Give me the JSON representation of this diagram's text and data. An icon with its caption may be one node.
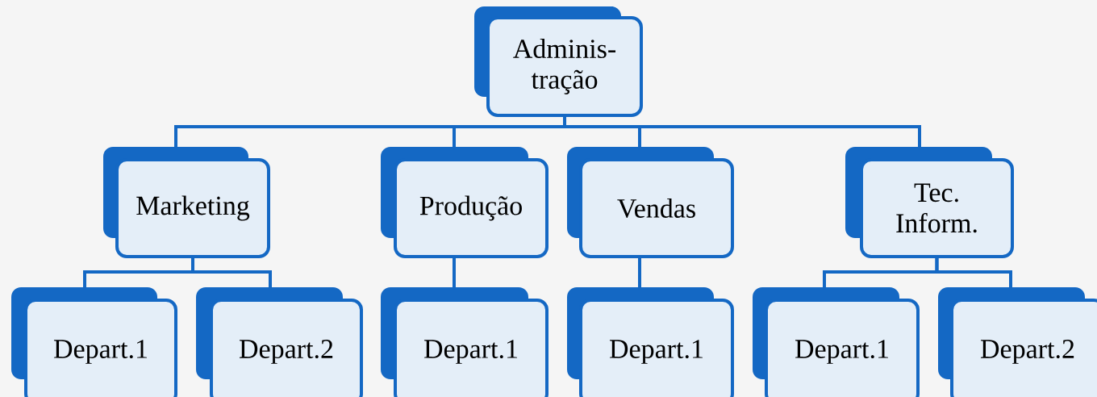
{
  "diagram": {
    "nodes": [
      {
        "text": [
          "Adminis- tração"
        ]
      },
      {
        "text": [
          "Marketing"
        ]
      },
      {
        "text": [
          "Produção"
        ]
      },
      {
        "text": [
          "Vendas"
        ]
      },
      {
        "text": [
          "Tec. Inform."
        ]
      },
      {
        "text": [
          "Depart.1"
        ]
      },
      {
        "text": [
          "Depart.2"
        ]
      },
      {
        "text": [
          "Depart.1"
        ]
      },
      {
        "text": [
          "Depart.1"
        ]
      },
      {
        "text": [
          "Depart.1"
        ]
      },
      {
        "text": [
          "Depart.2"
        ]
      }
    ],
    "edges": [
      {
        "from": 0,
        "to": 1,
        "arrow": "none"
      },
      {
        "from": 0,
        "to": 2,
        "arrow": "none"
      },
      {
        "from": 0,
        "to": 3,
        "arrow": "none"
      },
      {
        "from": 0,
        "to": 4,
        "arrow": "none"
      },
      {
        "from": 1,
        "to": 5,
        "arrow": "none"
      },
      {
        "from": 1,
        "to": 6,
        "arrow": "none"
      },
      {
        "from": 2,
        "to": 7,
        "arrow": "none"
      },
      {
        "from": 3,
        "to": 8,
        "arrow": "none"
      },
      {
        "from": 4,
        "to": 9,
        "arrow": "none"
      },
      {
        "from": 4,
        "to": 10,
        "arrow": "none"
      }
    ]
  }
}
